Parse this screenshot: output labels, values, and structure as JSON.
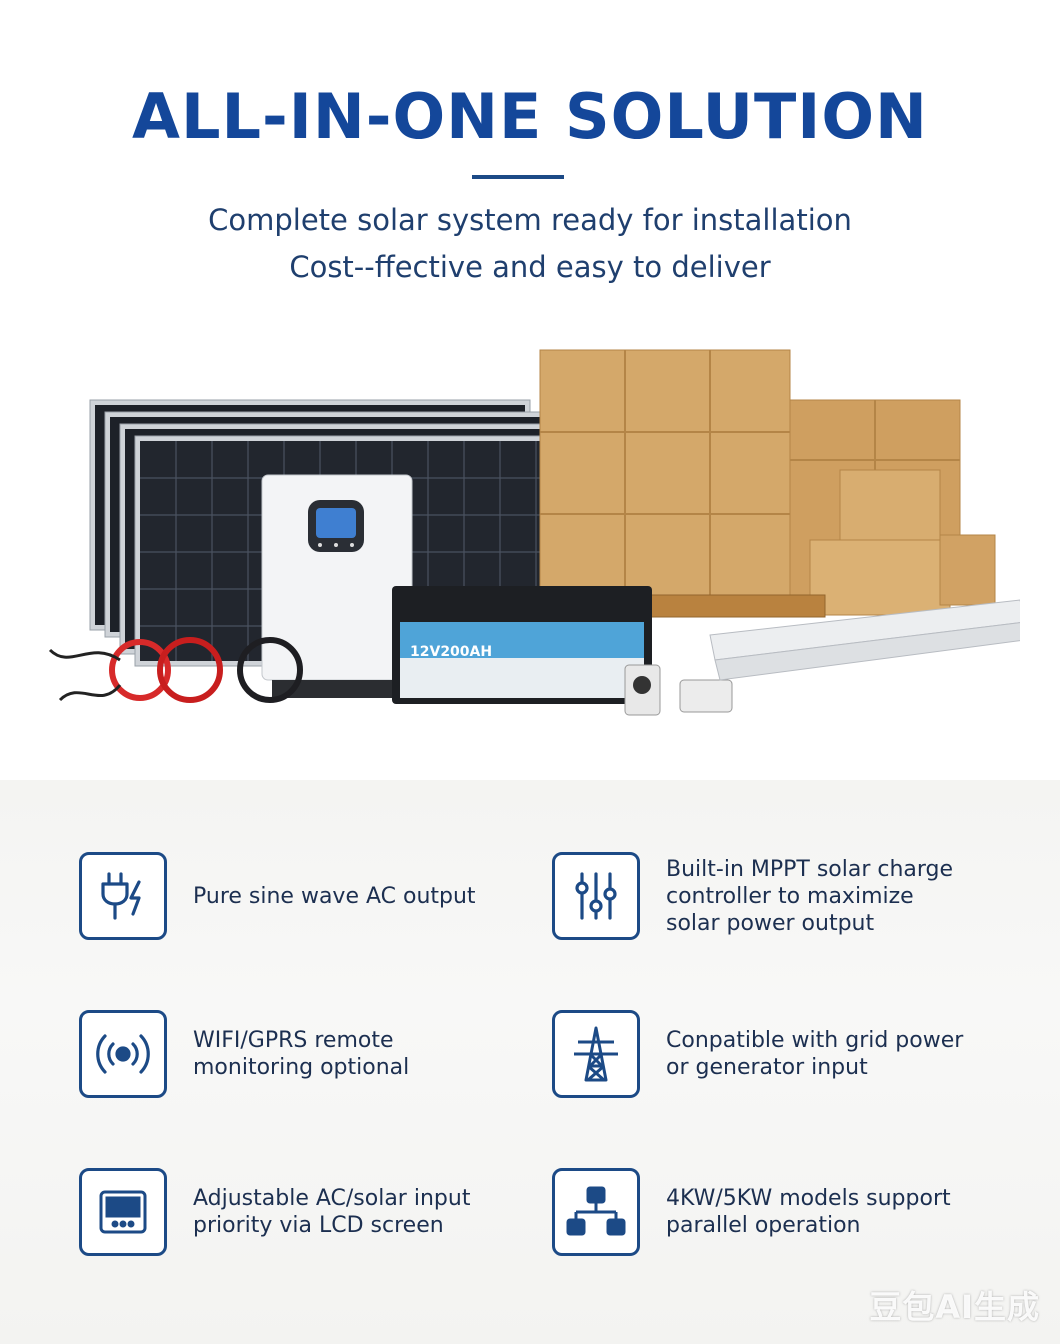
{
  "header": {
    "title": "ALL-IN-ONE SOLUTION",
    "subtitle_line1": "Complete solar system ready for installation",
    "subtitle_line2": "Cost--ffective and easy to deliver"
  },
  "product": {
    "battery_label": "12V200AH"
  },
  "features": [
    {
      "icon": "plug-lightning-icon",
      "text": "Pure sine wave AC output"
    },
    {
      "icon": "sliders-icon",
      "text": "Built-in MPPT solar charge\ncontroller to maximize\nsolar power output"
    },
    {
      "icon": "wireless-signal-icon",
      "text": "WIFI/GPRS remote\nmonitoring optional"
    },
    {
      "icon": "power-tower-icon",
      "text": "Conpatible with grid power\nor generator input"
    },
    {
      "icon": "lcd-screen-icon",
      "text": "Adjustable AC/solar input\npriority via LCD screen"
    },
    {
      "icon": "network-hierarchy-icon",
      "text": "4KW/5KW models support\nparallel operation"
    }
  ],
  "watermark": "豆包AI生成",
  "colors": {
    "accent": "#14479a",
    "icon_stroke": "#1c4a86"
  }
}
